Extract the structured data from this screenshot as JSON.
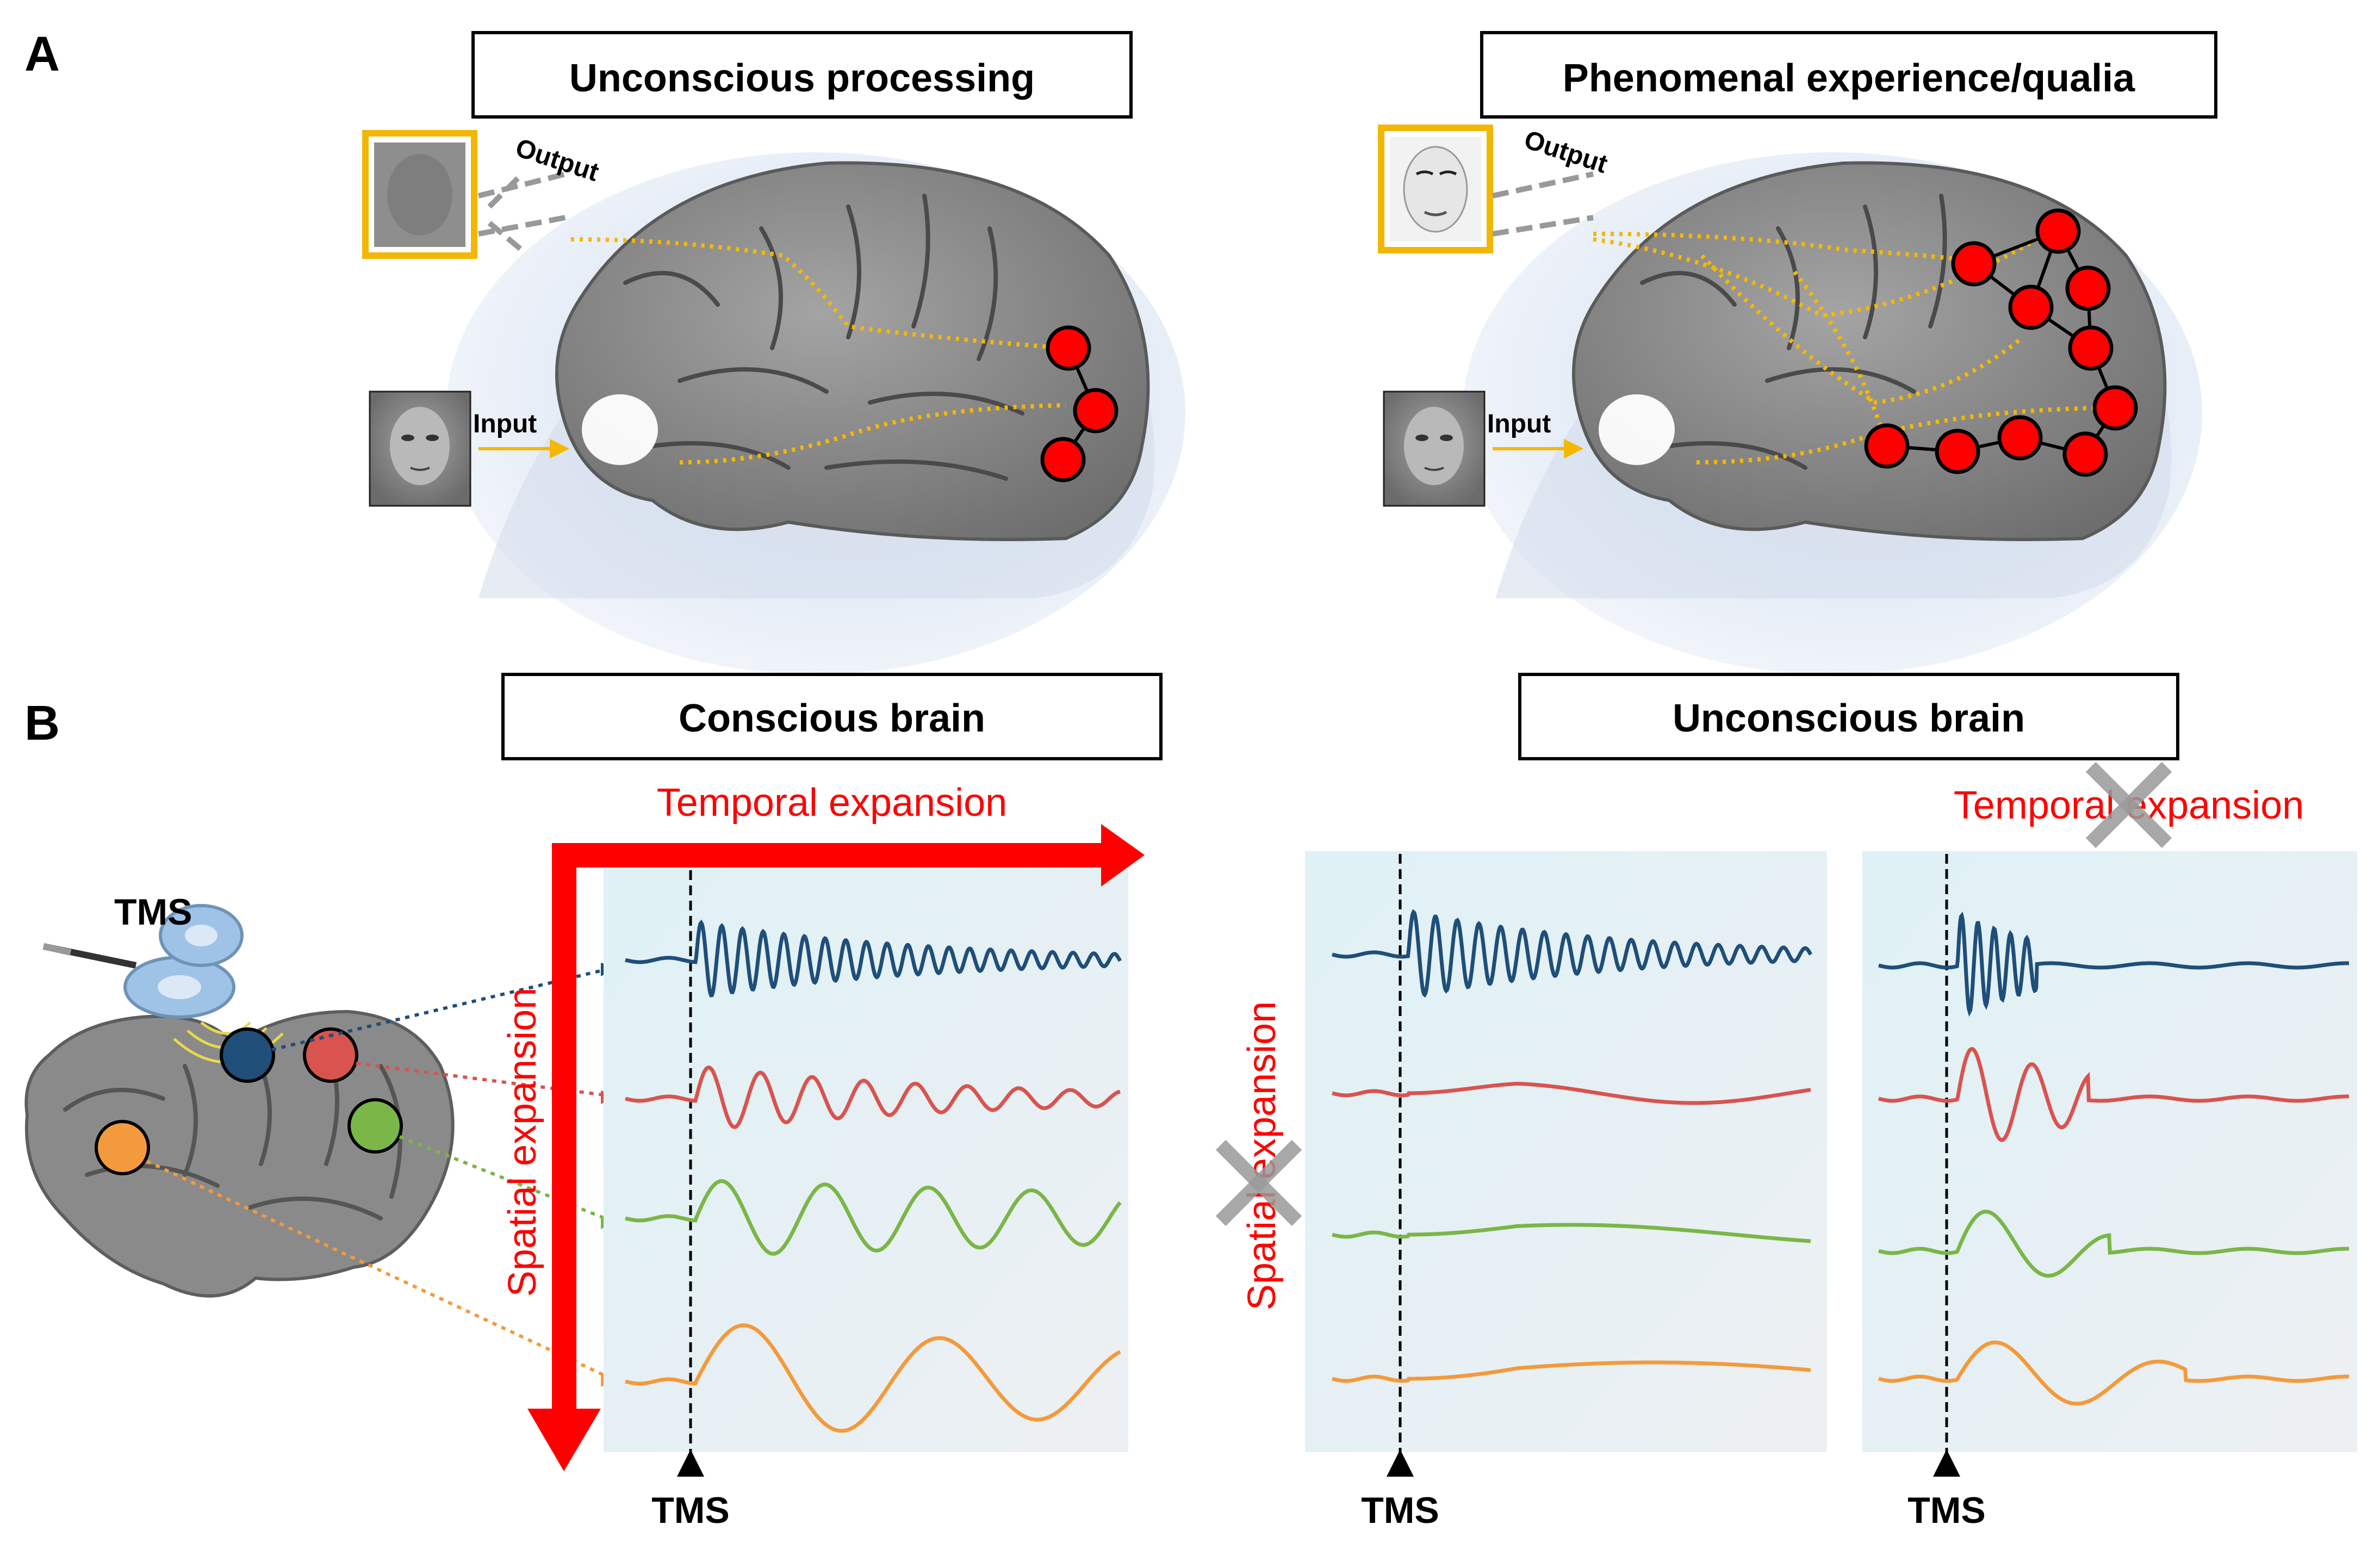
{
  "panel_a": {
    "letter": "A",
    "left_title": "Unconscious processing",
    "right_title": "Phenomenal experience/qualia",
    "input_label": "Input",
    "output_label": "Output"
  },
  "panel_b": {
    "letter": "B",
    "conscious_title": "Conscious brain",
    "unconscious_title": "Unconscious brain",
    "tms_label": "TMS",
    "temporal_label": "Temporal expansion",
    "spatial_label": "Spatial expansion",
    "tms_axis_label": "TMS"
  },
  "colors": {
    "trace_blue": "#1f4e79",
    "trace_red": "#d9534f",
    "trace_green": "#7ab648",
    "trace_orange": "#f39a3c",
    "arrow_red": "#ff0000",
    "node_red": "#ff0000",
    "path_yellow": "#f5b800",
    "panel_bg": "#e3f3f7"
  },
  "icons": [
    "brain-icon",
    "face-icon",
    "tms-coil-icon",
    "cross-icon"
  ]
}
